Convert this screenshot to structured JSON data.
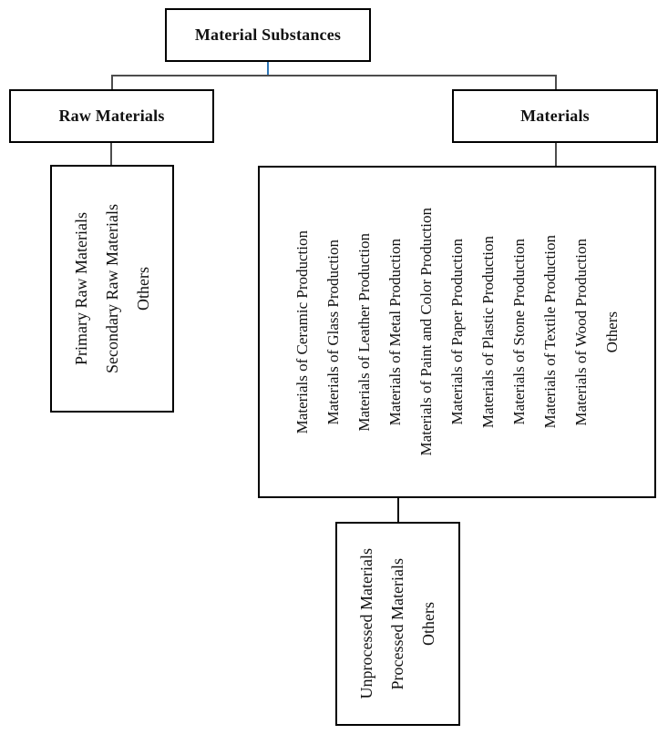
{
  "root_box": {
    "label": "Material Substances"
  },
  "raw_materials_box": {
    "label": "Raw Materials"
  },
  "materials_box": {
    "label": "Materials"
  },
  "raw_materials_children": {
    "items": [
      "Primary Raw Materials",
      "Secondary Raw Materials",
      "Others"
    ]
  },
  "materials_children": {
    "items": [
      "Materials of Ceramic Production",
      "Materials of Glass Production",
      "Materials of Leather Production",
      "Materials of Metal Production",
      "Materials of Paint and Color Production",
      "Materials of Paper Production",
      "Materials of Plastic Production",
      "Materials of Stone Production",
      "Materials of Textile Production",
      "Materials of Wood Production",
      "Others"
    ]
  },
  "metal_children": {
    "items": [
      "Unprocessed Materials",
      "Processed Materials",
      "Others"
    ]
  },
  "colors": {
    "background": "#ffffff",
    "box_border": "#000000",
    "text": "#111111",
    "connector_gray": "#4d4d4d",
    "connector_blue": "#2E75B6",
    "connector_black": "#0a0a0a"
  }
}
